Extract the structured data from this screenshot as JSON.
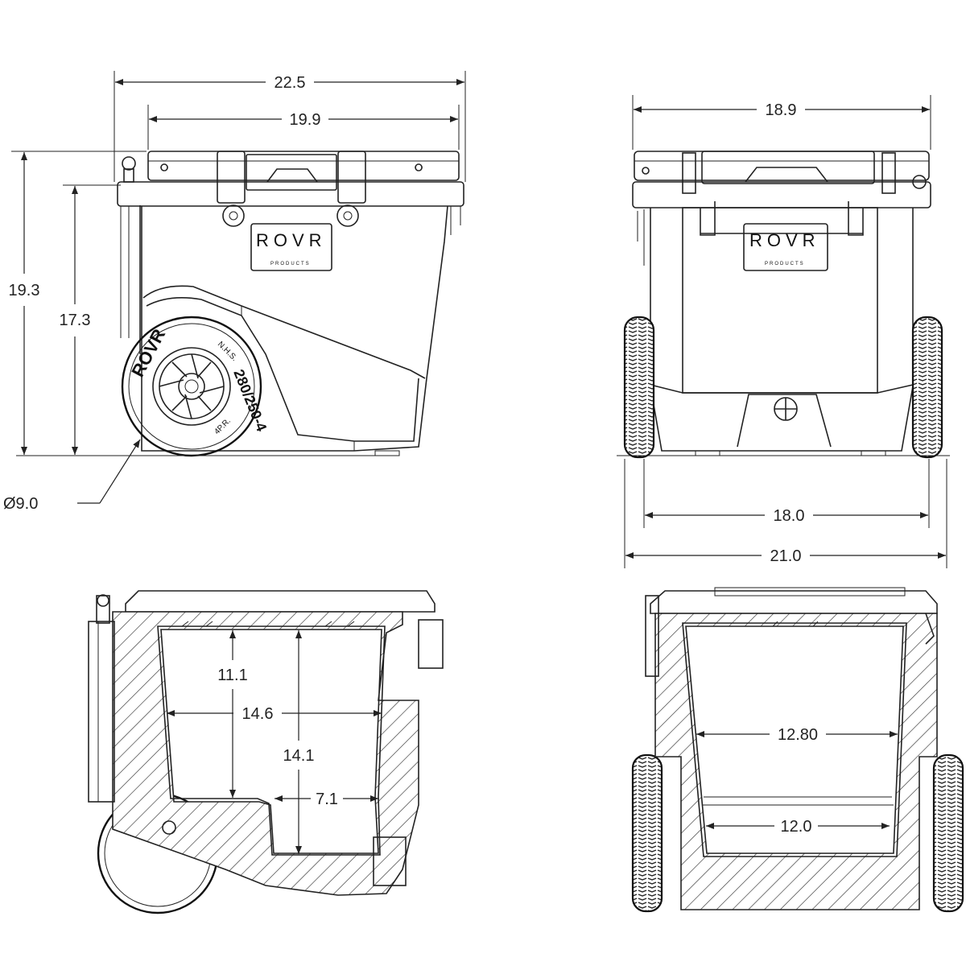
{
  "brand": {
    "logo_text": "ROVR",
    "logo_subtext": "PRODUCTS"
  },
  "tire": {
    "brand_text": "ROVR",
    "size_text": "280/250-4",
    "spec_text": "N.H.S.",
    "ply_text": "4P.R."
  },
  "side_view": {
    "overall_length": "22.5",
    "body_length": "19.9",
    "overall_height": "19.3",
    "body_height": "17.3",
    "wheel_diameter": "Ø9.0"
  },
  "front_view": {
    "lid_width": "18.9",
    "wheelbase_width": "18.0",
    "overall_width": "21.0"
  },
  "side_section": {
    "upper_depth": "11.1",
    "interior_length": "14.6",
    "total_depth": "14.1",
    "step_length": "7.1"
  },
  "front_section": {
    "interior_width": "12.80",
    "bottom_width": "12.0"
  },
  "colors": {
    "line": "#222222",
    "background": "#ffffff"
  }
}
